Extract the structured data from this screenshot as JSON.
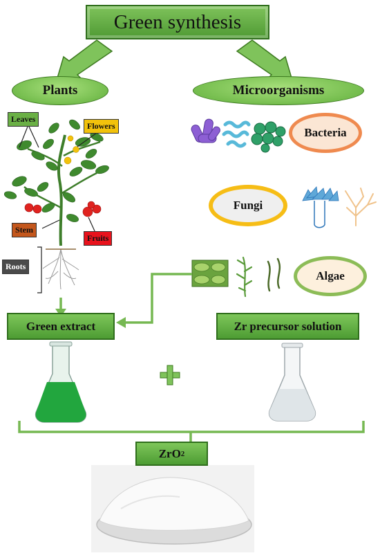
{
  "title": "Green synthesis",
  "branches": {
    "plants": "Plants",
    "microorganisms": "Microorganisms"
  },
  "plant_parts": {
    "leaves": "Leaves",
    "flowers": "Flowers",
    "stem": "Stem",
    "fruits": "Fruits",
    "roots": "Roots"
  },
  "microbes": {
    "bacteria": "Bacteria",
    "fungi": "Fungi",
    "algae": "Algae"
  },
  "extract": "Green extract",
  "precursor": "Zr precursor solution",
  "product": {
    "base": "ZrO",
    "subscript": "2"
  },
  "colors": {
    "green_fill": "#5fae3a",
    "green_dark": "#2f6e1c",
    "connector": "#76b852",
    "leaves_tag": "#6ab045",
    "flowers_tag": "#f2c20c",
    "stem_tag": "#c4571c",
    "fruits_tag": "#e8121c",
    "roots_tag": "#4a4a4a",
    "bacteria_ring": "#ef8a4f",
    "bacteria_fill": "#fbe6d4",
    "fungi_ring": "#f6bd16",
    "fungi_fill": "#efefef",
    "algae_ring": "#8cbc57",
    "algae_fill": "#fdf0dd",
    "extract_liquid": "#22a63e"
  }
}
